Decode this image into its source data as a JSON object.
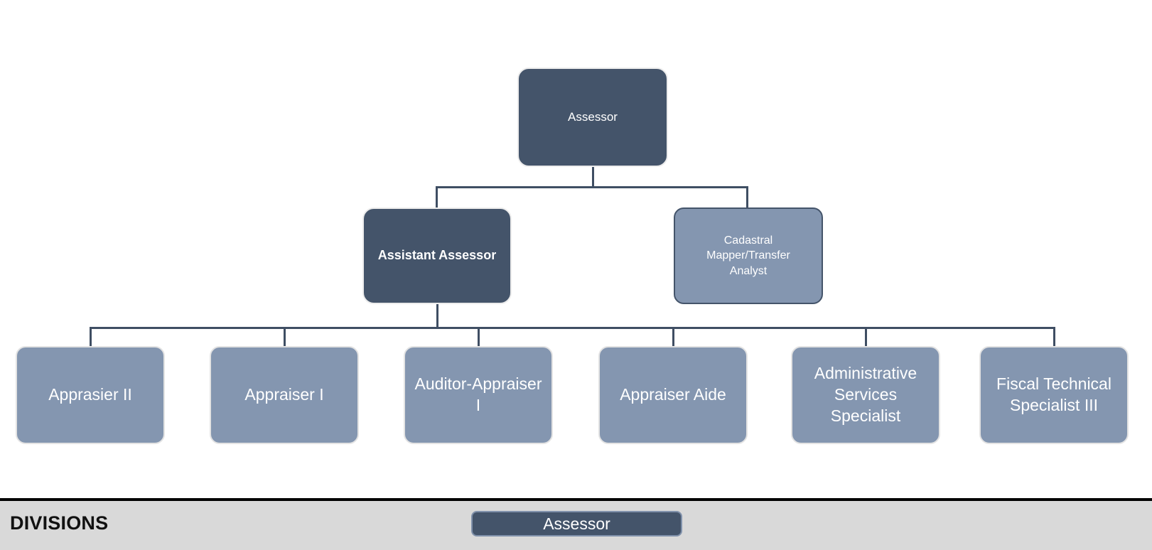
{
  "org": {
    "root": {
      "label": "Assessor"
    },
    "level2": [
      {
        "label": "Assistant Assessor"
      },
      {
        "label": "Cadastral Mapper/Transfer Analyst"
      }
    ],
    "level3": [
      {
        "label": "Apprasier II"
      },
      {
        "label": "Appraiser I"
      },
      {
        "label": "Auditor-Appraiser I"
      },
      {
        "label": "Appraiser Aide"
      },
      {
        "label": "Administrative Services Specialist"
      },
      {
        "label": "Fiscal Technical Specialist III"
      }
    ]
  },
  "footer": {
    "title": "DIVISIONS",
    "division_button_label": "Assessor"
  },
  "colors": {
    "dark_node": "#44546A",
    "light_node": "#8496B0",
    "connector": "#3F4E63",
    "footer_bar": "#D9D9D9",
    "footer_top_line": "#000000",
    "node_text": "#FFFFFF"
  }
}
